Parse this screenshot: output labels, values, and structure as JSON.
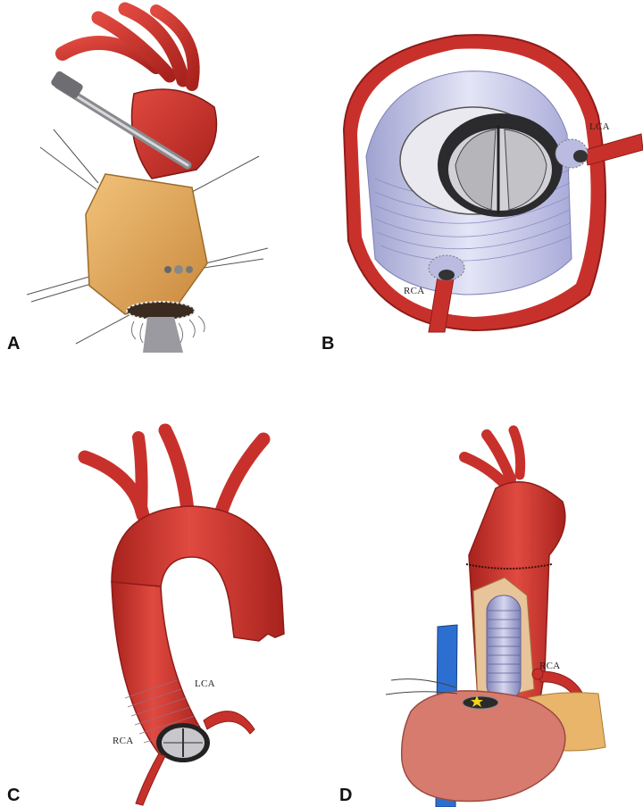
{
  "panels": {
    "a": {
      "letter": "A"
    },
    "b": {
      "letter": "B",
      "label_lca": "LCA",
      "label_rca": "RCA"
    },
    "c": {
      "letter": "C",
      "label_lca": "LCA",
      "label_rca": "RCA"
    },
    "d": {
      "letter": "D",
      "label_rca": "RCA"
    }
  },
  "colors": {
    "aorta": "#c8312b",
    "aorta_dark": "#8e1c18",
    "graft": "#b9bbe0",
    "valve": "#9a9aa0",
    "patch": "#d9a55a"
  }
}
